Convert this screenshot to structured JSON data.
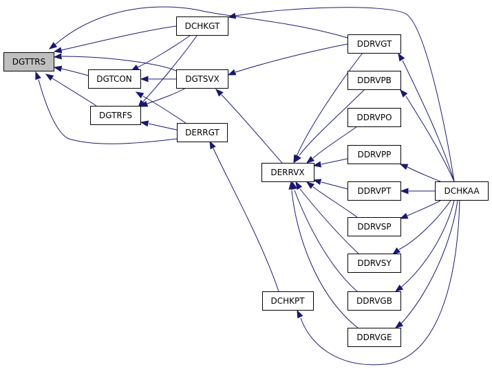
{
  "colors": {
    "edge": "#191970",
    "highlight_fill": "#bfbfbf",
    "node_fill": "#ffffff",
    "node_border": "#000000"
  },
  "nodes": {
    "DGTTRS": "DGTTRS",
    "DCHKGT": "DCHKGT",
    "DGTCON": "DGTCON",
    "DGTSVX": "DGTSVX",
    "DGTRFS": "DGTRFS",
    "DERRGT": "DERRGT",
    "DERRVX": "DERRVX",
    "DCHKPT": "DCHKPT",
    "DDRVGT": "DDRVGT",
    "DDRVPB": "DDRVPB",
    "DDRVPO": "DDRVPO",
    "DDRVPP": "DDRVPP",
    "DDRVPT": "DDRVPT",
    "DDRVSP": "DDRVSP",
    "DDRVSY": "DDRVSY",
    "DDRVGB": "DDRVGB",
    "DDRVGE": "DDRVGE",
    "DCHKAA": "DCHKAA"
  }
}
